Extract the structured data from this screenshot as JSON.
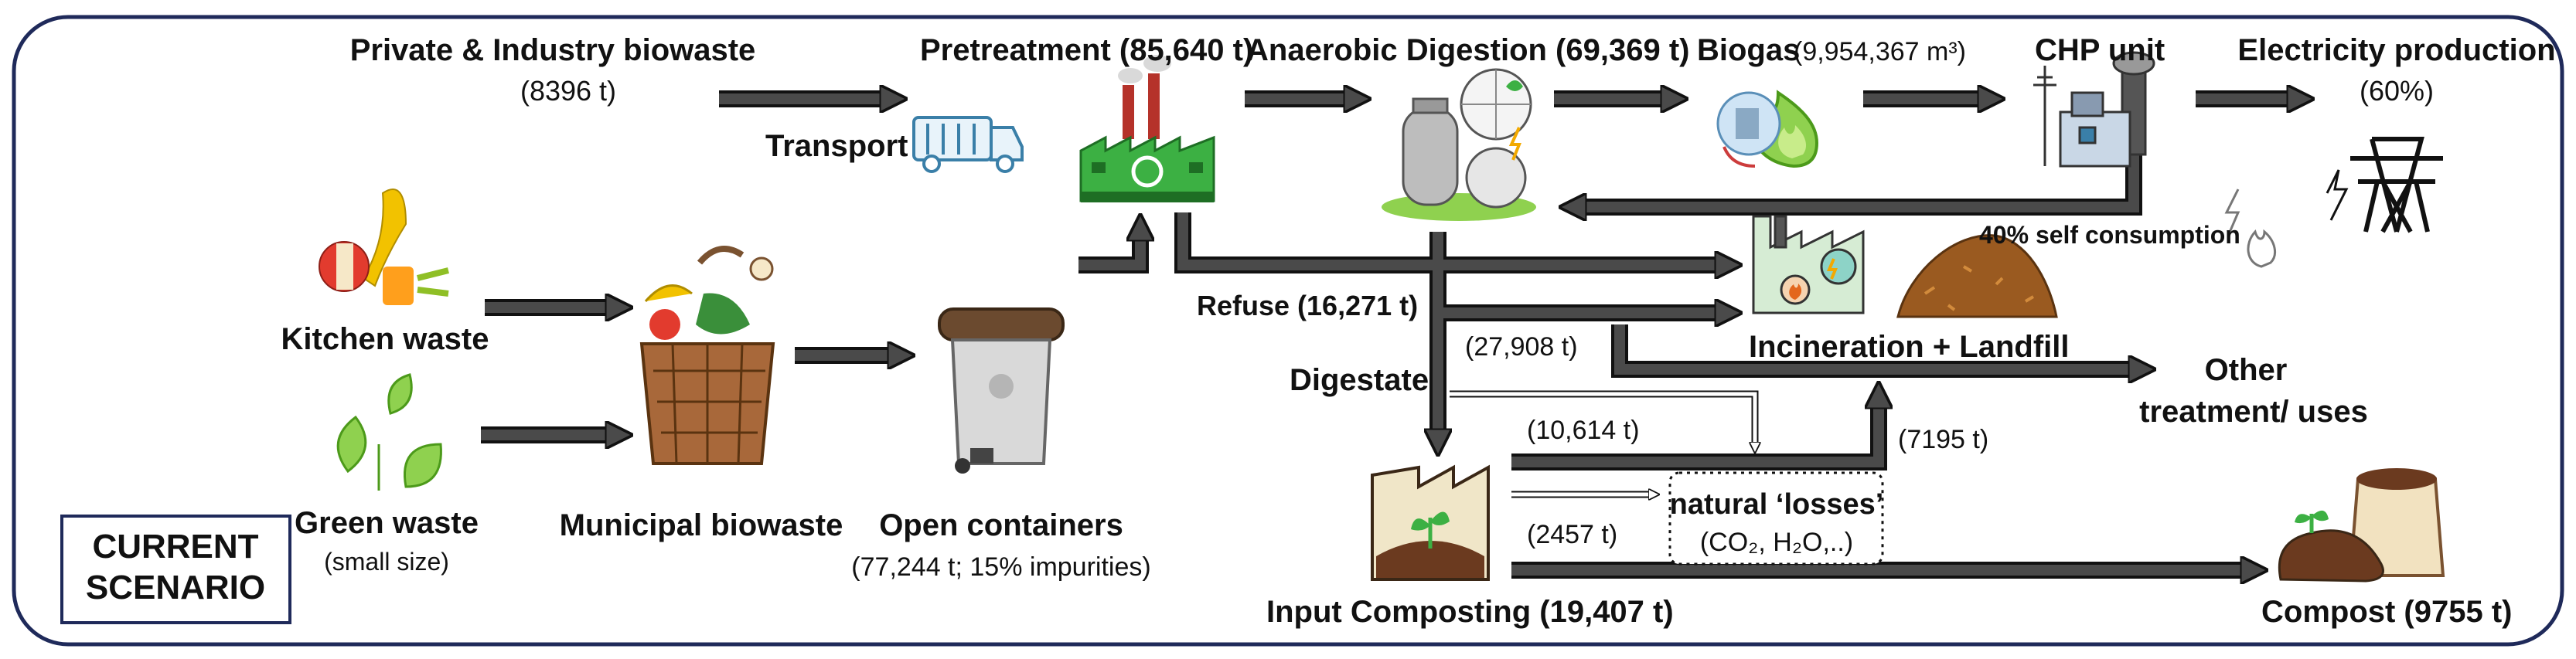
{
  "scenario": {
    "line1": "CURRENT",
    "line2": "SCENARIO"
  },
  "nodes": {
    "private_industry": {
      "name": "Private & Industry biowaste",
      "amount": "(8396 t)"
    },
    "pretreatment": {
      "label": "Pretreatment (85,640 t)"
    },
    "anaerobic_digestion": {
      "label": "Anaerobic Digestion (69,369 t)"
    },
    "biogas": {
      "label": "Biogas",
      "amount": "(9,954,367 m³)"
    },
    "chp_unit": {
      "label": "CHP unit"
    },
    "electricity": {
      "name": "Electricity production",
      "share": "(60%)"
    },
    "transport": {
      "label": "Transport"
    },
    "self_consumption": {
      "label": "40% self consumption"
    },
    "kitchen_waste": {
      "label": "Kitchen waste"
    },
    "green_waste": {
      "name": "Green waste",
      "note": "(small size)"
    },
    "municipal_biowaste": {
      "label": "Municipal biowaste"
    },
    "open_containers": {
      "name": "Open containers",
      "amount": "(77,244 t; 15% impurities)"
    },
    "refuse": {
      "label": "Refuse (16,271 t)"
    },
    "digestate_flow": {
      "label": "(27,908 t)"
    },
    "digestate": {
      "label": "Digestate"
    },
    "incineration_landfill": {
      "label": "Incineration + Landfill"
    },
    "other_treatment": {
      "line1": "Other",
      "line2": "treatment/ uses"
    },
    "flow_10614": {
      "label": "(10,614 t)"
    },
    "flow_7195": {
      "label": "(7195 t)"
    },
    "natural_losses": {
      "line1": "natural ‘losses’",
      "line2": "(CO₂, H₂O,..)"
    },
    "flow_2457": {
      "label": "(2457 t)"
    },
    "input_composting": {
      "label": "Input Composting (19,407 t)"
    },
    "compost": {
      "label": "Compost (9755 t)"
    }
  },
  "colors": {
    "frame": "#1f2a5a",
    "arrow_fill": "#4a4a4a",
    "arrow_stroke": "#111111",
    "factory_green": "#3cb043",
    "flame_green": "#8fd14f"
  }
}
